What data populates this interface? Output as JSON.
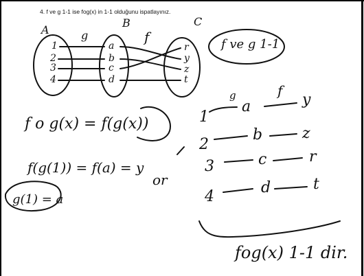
{
  "question": "4. f ve g 1-1 ise fog(x) in 1-1 olduğunu ispatlayınız.",
  "diagram": {
    "set_labels": [
      "A",
      "B",
      "C"
    ],
    "function_labels": [
      "g",
      "f"
    ],
    "domain": [
      "1",
      "2",
      "3",
      "4"
    ],
    "middle": [
      "a",
      "b",
      "c",
      "d"
    ],
    "codomain": [
      "r",
      "y",
      "z",
      "t"
    ]
  },
  "note_top_right": "f ve g 1-1",
  "mapping_table": {
    "function_labels": [
      "g",
      "f"
    ],
    "rows": [
      [
        "1",
        "a",
        "y"
      ],
      [
        "2",
        "b",
        "z"
      ],
      [
        "3",
        "c",
        "r"
      ],
      [
        "4",
        "d",
        "t"
      ]
    ]
  },
  "work": {
    "composition": "f o g(x) = f(g(x))",
    "evaluation": "f(g(1)) = f(a) = y",
    "g_of_1": "g(1) = a",
    "or": "or",
    "conclusion": "fog(x)  1-1  dir."
  }
}
